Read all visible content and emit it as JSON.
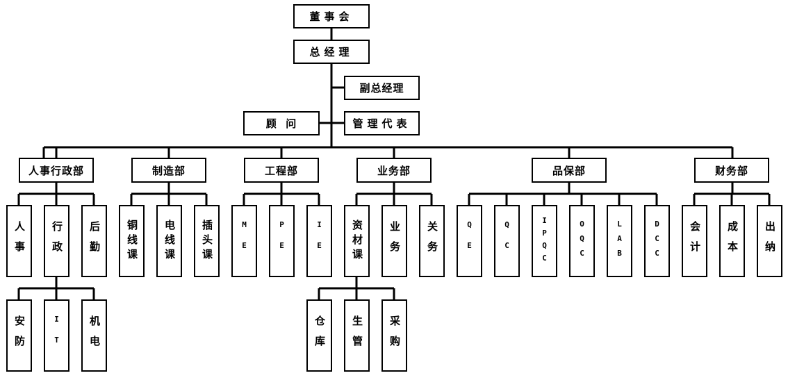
{
  "board": "董事会",
  "gm": "总经理",
  "deputy_gm": "副总经理",
  "advisor": "顾  问",
  "mgmt_rep": "管理代表",
  "departments": {
    "hr_admin": {
      "label": "人事行政部",
      "units": [
        "人事",
        "行政",
        "后勤"
      ],
      "sub_units": [
        "安防",
        "IT",
        "机电"
      ]
    },
    "manufacturing": {
      "label": "制造部",
      "units": [
        "铜线课",
        "电线课",
        "插头课"
      ]
    },
    "engineering": {
      "label": "工程部",
      "units": [
        "ME",
        "PE",
        "IE"
      ]
    },
    "business": {
      "label": "业务部",
      "units": [
        "资材课",
        "业务",
        "关务"
      ],
      "sub_units": [
        "仓库",
        "生管",
        "采购"
      ]
    },
    "quality": {
      "label": "品保部",
      "units": [
        "QE",
        "QC",
        "IPQC",
        "OQC",
        "LAB",
        "DCC"
      ]
    },
    "finance": {
      "label": "财务部",
      "units": [
        "会计",
        "成本",
        "出纳"
      ]
    }
  }
}
